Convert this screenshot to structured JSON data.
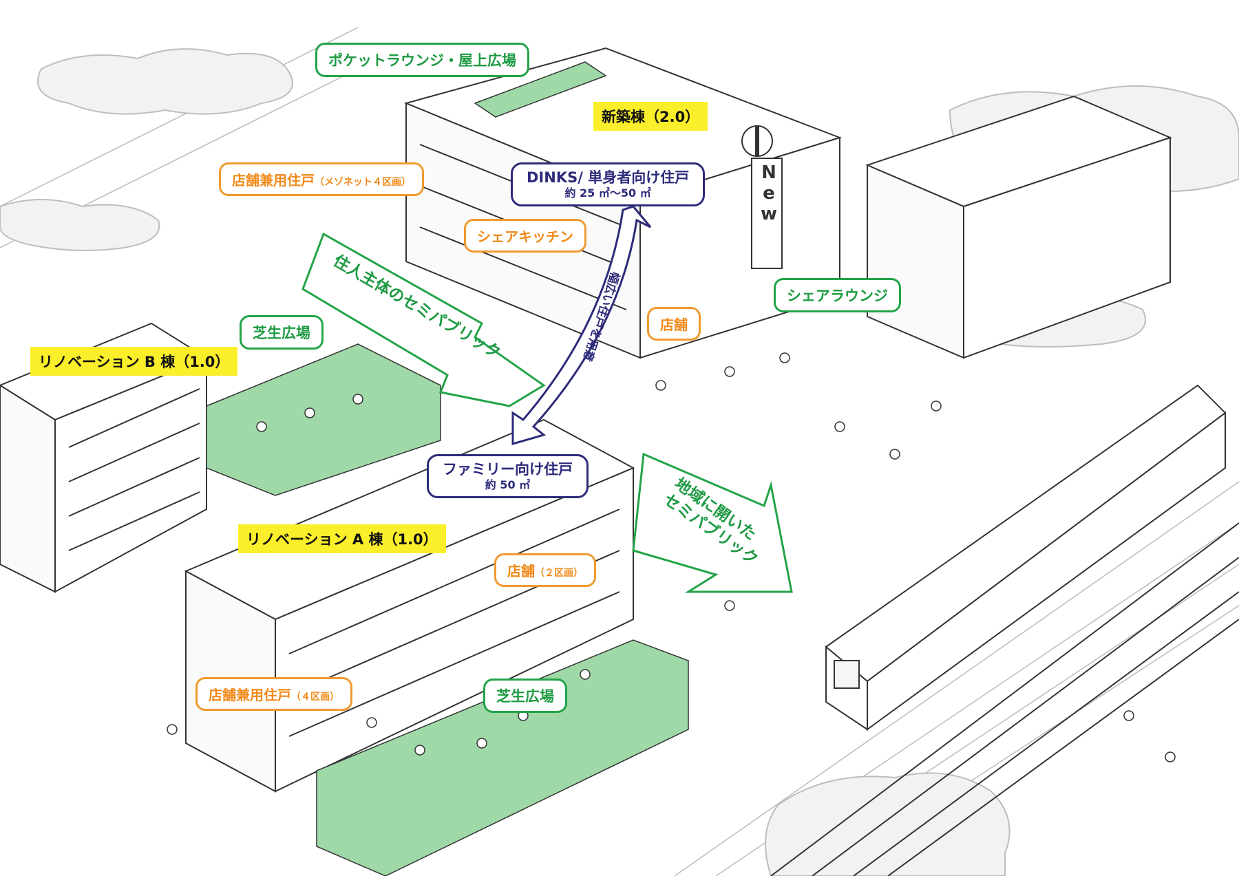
{
  "labels": {
    "pocket_lounge": "ポケットラウンジ・屋上広場",
    "new_building": "新築棟（2.0）",
    "shop_residence_maisonette_main": "店舗兼用住戸",
    "shop_residence_maisonette_sub": "（メゾネット４区画）",
    "dinks_title": "DINKS/ 単身者向け住戸",
    "dinks_sub": "約 25 ㎡〜50 ㎡",
    "share_kitchen": "シェアキッチン",
    "resident_semipublic": "住人主体のセミパブリック",
    "wide_range_units": "幅広い住戸を用意",
    "shop": "店舗",
    "share_lounge": "シェアラウンジ",
    "lawn_plaza_top": "芝生広場",
    "renovation_b": "リノベーション B 棟（1.0）",
    "family_title": "ファミリー向け住戸",
    "family_sub": "約 50 ㎡",
    "community_semipublic_line1": "地域に開いた",
    "community_semipublic_line2": "セミパブリック",
    "renovation_a": "リノベーション A 棟（1.0）",
    "shop_2_main": "店舗",
    "shop_2_sub": "（２区画）",
    "shop_residence_4_main": "店舗兼用住戸",
    "shop_residence_4_sub": "（４区画）",
    "lawn_plaza_bottom": "芝生広場",
    "sign_new": "New"
  },
  "colors": {
    "green": "#22a447",
    "lawn": "#9fd9a8",
    "orange": "#f09a2e",
    "navy": "#2d2b7a",
    "yellow": "#fbee2a",
    "cloud": "#f2f2f2",
    "line": "#333333"
  }
}
